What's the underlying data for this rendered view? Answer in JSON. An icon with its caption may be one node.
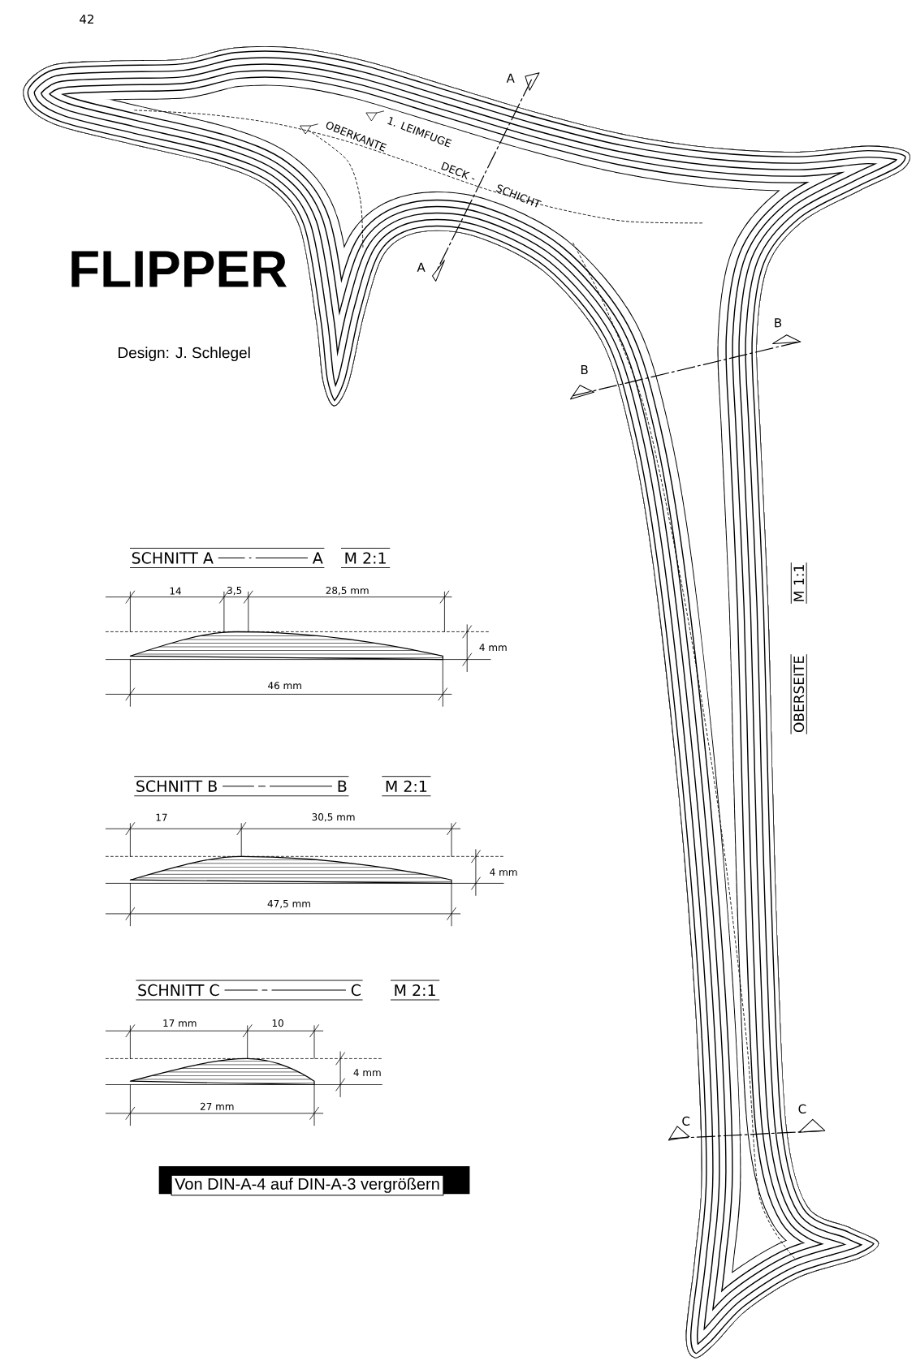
{
  "diagram": {
    "title": "FLIPPER",
    "labels": [
      "42",
      "Design: J. Schlegel",
      "A",
      "OBERKANTE",
      "1. LEIMFUGE",
      "DECK -",
      "SCHICHT",
      "A",
      "B",
      "B",
      "SCHNITT A",
      "A",
      "M 2:1",
      "M 1:1",
      "14",
      "3,5",
      "28,5 mm",
      "4 mm",
      "46 mm",
      "OBERSEITE",
      "SCHNITT B",
      "B",
      "M 2:1",
      "17",
      "30,5 mm",
      "4 mm",
      "47,5 mm",
      "SCHNITT C",
      "C",
      "M 2:1",
      "17 mm",
      "10",
      "4 mm",
      "27 mm",
      "C",
      "C",
      "Von DIN-A-4 auf DIN-A-3 vergrößern"
    ]
  }
}
